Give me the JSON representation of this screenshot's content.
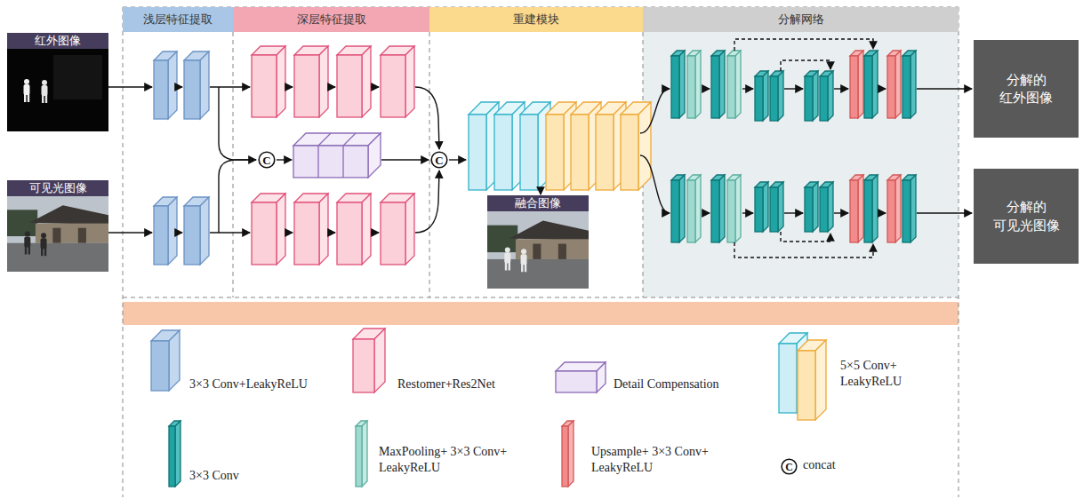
{
  "diagram": {
    "nodes": [
      {
        "text": [
          "浅层特征提取"
        ]
      },
      {
        "text": [
          "深层特征提取"
        ]
      },
      {
        "text": [
          "重建模块"
        ]
      },
      {
        "text": [
          "分解网络"
        ]
      },
      {
        "text": [
          "红外图像"
        ]
      },
      {
        "text": [
          "C"
        ]
      },
      {
        "text": [
          "C"
        ]
      },
      {
        "text": [
          "融合图像"
        ]
      },
      {
        "text": [
          "可见光图像"
        ]
      },
      {
        "text": [
          "分解的 红外图像"
        ]
      },
      {
        "text": [
          "分解的 可见光图像"
        ]
      },
      {
        "text": [
          "C"
        ]
      }
    ],
    "legend": [
      {
        "text": "3×3 Conv+LeakyReLU"
      },
      {
        "text": "Restomer+Res2Net"
      },
      {
        "text": "Detail Compensation"
      },
      {
        "text": "5×5 Conv+ LeakyReLU"
      },
      {
        "text": "3×3 Conv"
      },
      {
        "text": "MaxPooling+ 3×3 Conv+ LeakyReLU"
      },
      {
        "text": "Upsample+ 3×3 Conv+ LeakyReLU"
      },
      {
        "text": "concat"
      }
    ]
  }
}
